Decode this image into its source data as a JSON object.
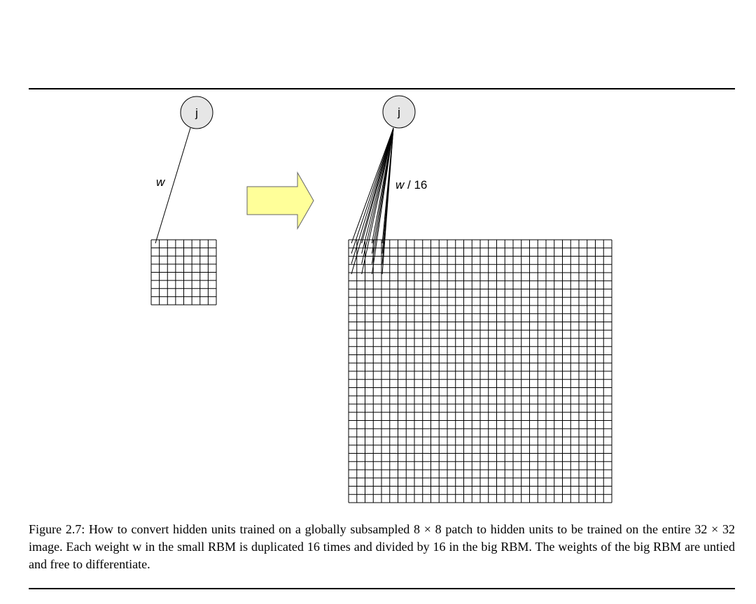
{
  "figure": {
    "small_rbm": {
      "hidden_unit_label": "j",
      "weight_label": "w",
      "grid_rows": 8,
      "grid_cols": 8
    },
    "big_rbm": {
      "hidden_unit_label": "j",
      "weight_label_var": "w",
      "weight_label_rest": " / 16",
      "grid_rows": 32,
      "grid_cols": 32,
      "duplicated_connections": 16
    },
    "arrow_color": "#ffff99",
    "node_fill": "#e6e6e6"
  },
  "caption": {
    "text": "Figure 2.7: How to convert hidden units trained on a globally subsampled 8 × 8 patch to hidden units to be trained on the entire 32 × 32 image. Each weight w in the small RBM is duplicated 16 times and divided by 16 in the big RBM. The weights of the big RBM are untied and free to differentiate."
  }
}
